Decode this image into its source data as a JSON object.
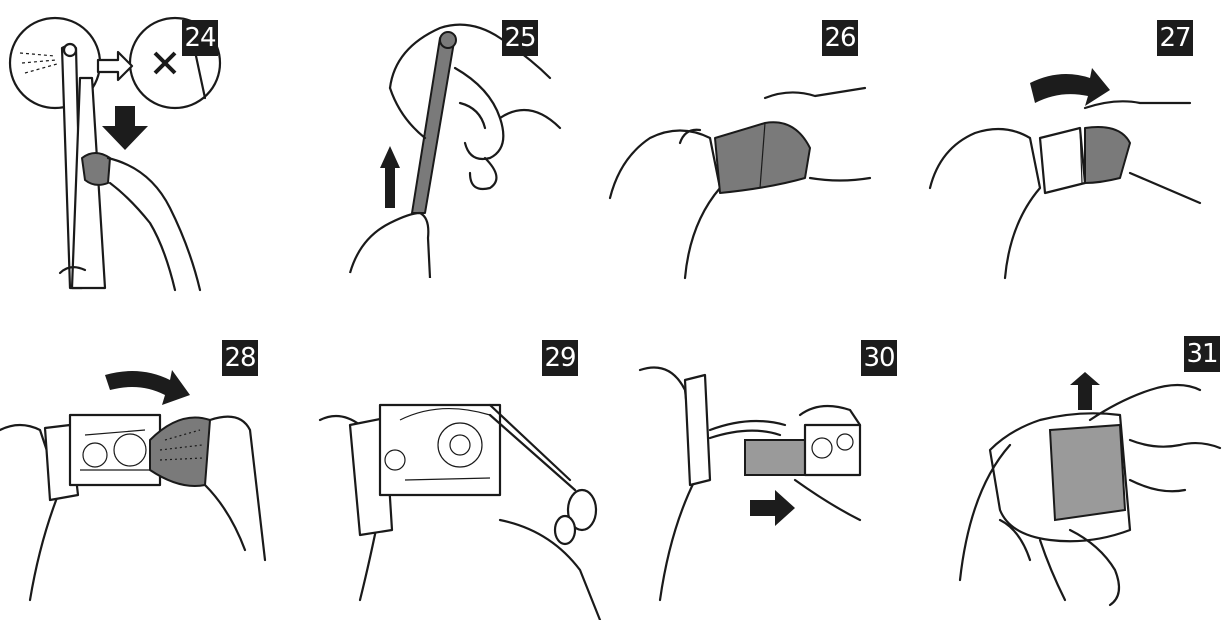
{
  "steps": [
    {
      "number": "24"
    },
    {
      "number": "25"
    },
    {
      "number": "26"
    },
    {
      "number": "27"
    },
    {
      "number": "28"
    },
    {
      "number": "29"
    },
    {
      "number": "30"
    },
    {
      "number": "31"
    }
  ],
  "colors": {
    "badge": "#1c1c1c",
    "part_gray": "#7a7a7a",
    "line": "#1a1a1a"
  }
}
